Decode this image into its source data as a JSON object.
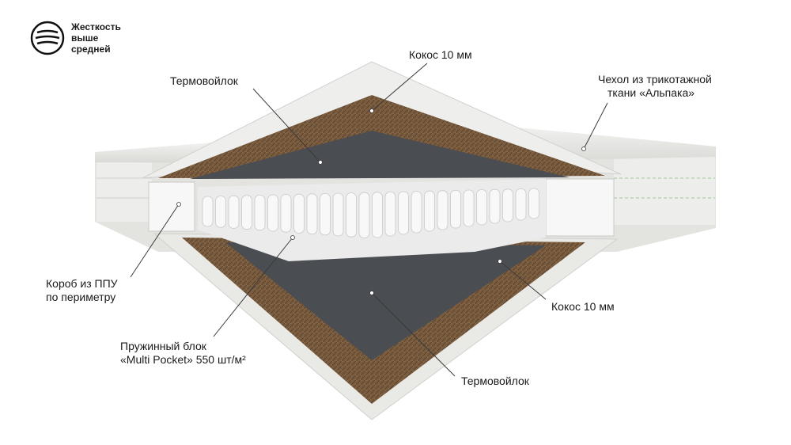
{
  "badge": {
    "icon": "firmness-icon",
    "line1": "Жесткость",
    "line2": "выше",
    "line3": "средней"
  },
  "labels": {
    "coconut_top": "Кокос 10 мм",
    "felt_top": "Термовойлок",
    "cover_line1": "Чехол из трикотажной",
    "cover_line2": "ткани «Альпака»",
    "foam_box_line1": "Короб из ППУ",
    "foam_box_line2": "по периметру",
    "coconut_bottom": "Кокос 10 мм",
    "spring_line1": "Пружинный блок",
    "spring_line2": "«Multi Pocket» 550 шт/м²",
    "felt_bottom": "Термовойлок"
  },
  "colors": {
    "cover": "#ececea",
    "coconut": "#7a5c3e",
    "felt": "#4a4d52",
    "springs": "#f4f4f4",
    "foam": "#f7f7f7",
    "leader": "#3a3a3a"
  }
}
